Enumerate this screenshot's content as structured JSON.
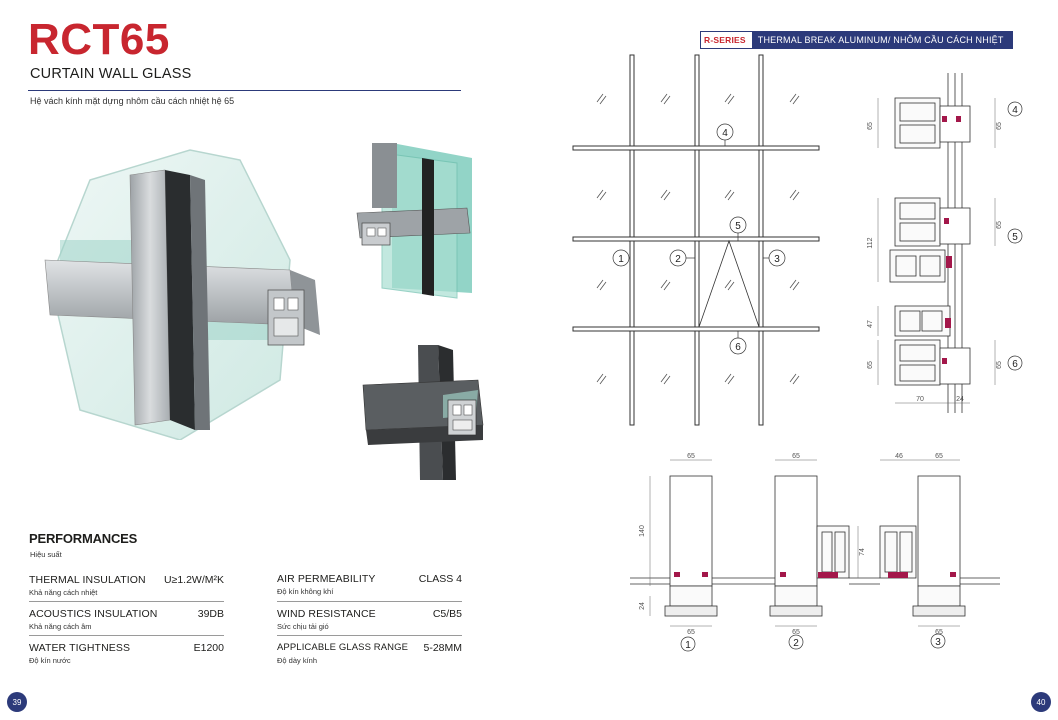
{
  "product": {
    "model": "RCT65",
    "name": "CURTAIN WALL GLASS",
    "tagline": "Hệ vách kính mặt dựng nhôm cầu cách nhiệt hệ 65"
  },
  "performances": {
    "title": "PERFORMANCES",
    "subtitle": "Hiệu suất",
    "left": [
      {
        "name": "THERMAL INSULATION",
        "vn": "Khả năng cách nhiệt",
        "value": "U≥1.2W/M²K"
      },
      {
        "name": "ACOUSTICS INSULATION",
        "vn": "Khả năng cách âm",
        "value": "39DB"
      },
      {
        "name": "WATER TIGHTNESS",
        "vn": "Độ kín nước",
        "value": "E1200"
      }
    ],
    "right": [
      {
        "name": "AIR PERMEABILITY",
        "vn": "Độ kín không khí",
        "value": "CLASS 4"
      },
      {
        "name": "WIND RESISTANCE",
        "vn": "Sức chịu tải gió",
        "value": "C5/B5"
      },
      {
        "name": "APPLICABLE GLASS RANGE",
        "vn": "Độ dày kính",
        "value": "5-28MM"
      }
    ]
  },
  "header": {
    "series": "R-SERIES",
    "description": "THERMAL BREAK ALUMINUM/ NHÔM CẦU CÁCH NHIỆT"
  },
  "elevation": {
    "callouts": [
      "1",
      "2",
      "3",
      "4",
      "5",
      "6"
    ]
  },
  "sections": {
    "vertical": [
      {
        "callout": "4",
        "dim_left": "65",
        "dim_right": "65"
      },
      {
        "callout": "5",
        "dim_left": "112",
        "dim_right": "65"
      },
      {
        "callout": "6",
        "dim_top": "47",
        "dim_left": "65",
        "dim_right": "65",
        "dim_bottom_left": "70",
        "dim_bottom_right": "24"
      }
    ],
    "horizontal": [
      {
        "callout": "1",
        "dim_top": "65",
        "dim_left": "140",
        "dim_left_low": "24",
        "dim_bottom": "65"
      },
      {
        "callout": "2",
        "dim_top": "65",
        "dim_side": "74",
        "dim_bottom": "65"
      },
      {
        "callout": "3",
        "dim_top_left": "46",
        "dim_top": "65",
        "dim_bottom": "65"
      }
    ]
  },
  "pages": {
    "left": "39",
    "right": "40"
  },
  "colors": {
    "brand_red": "#c8262f",
    "navy": "#2c3a7a",
    "aluminum": "#b9bdc0",
    "glass": "#8fd1c3",
    "gasket": "#a3174a"
  }
}
